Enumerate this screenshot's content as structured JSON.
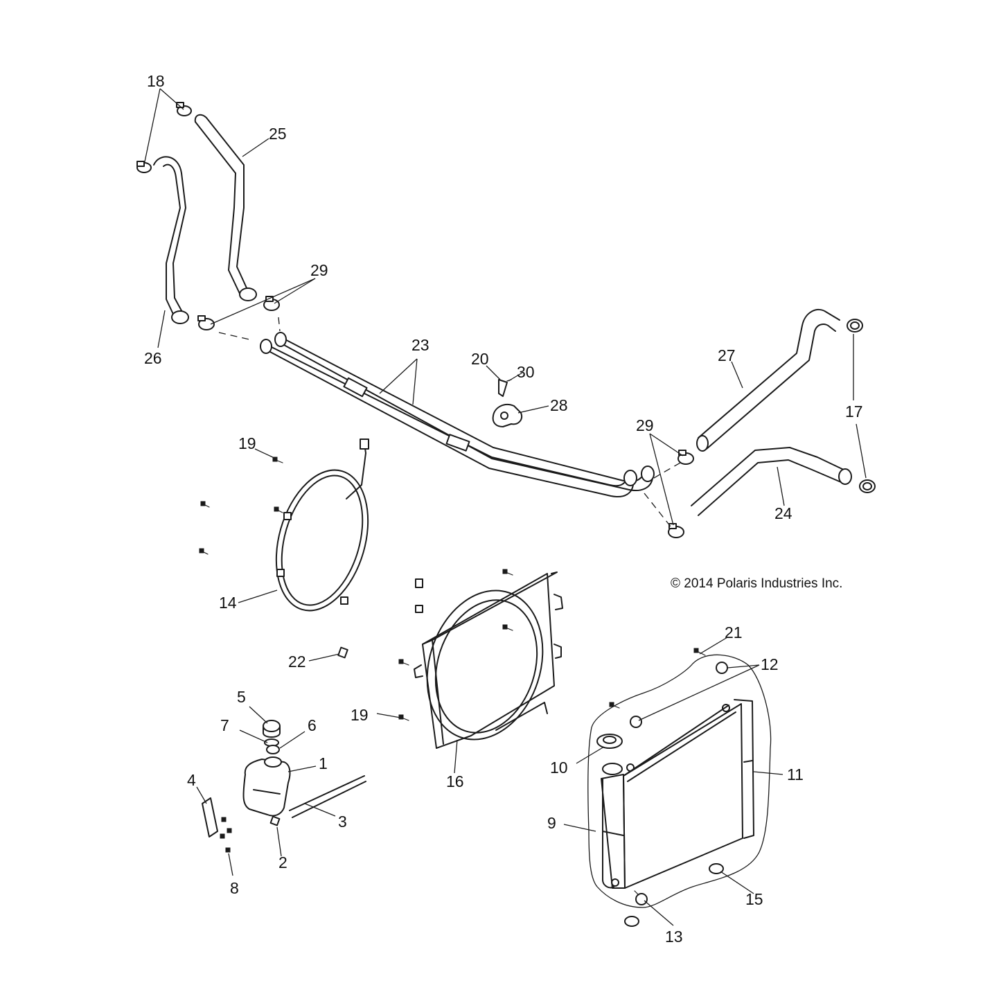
{
  "copyright": "© 2014 Polaris Industries Inc.",
  "callouts": {
    "c1": "1",
    "c2": "2",
    "c3": "3",
    "c4": "4",
    "c5": "5",
    "c6": "6",
    "c7": "7",
    "c8": "8",
    "c9": "9",
    "c10": "10",
    "c11": "11",
    "c12": "12",
    "c13": "13",
    "c14": "14",
    "c15": "15",
    "c16": "16",
    "c17": "17",
    "c18": "18",
    "c19a": "19",
    "c19b": "19",
    "c20": "20",
    "c21": "21",
    "c22": "22",
    "c23": "23",
    "c24": "24",
    "c25": "25",
    "c26": "26",
    "c27": "27",
    "c28": "28",
    "c29a": "29",
    "c29b": "29",
    "c30": "30"
  }
}
